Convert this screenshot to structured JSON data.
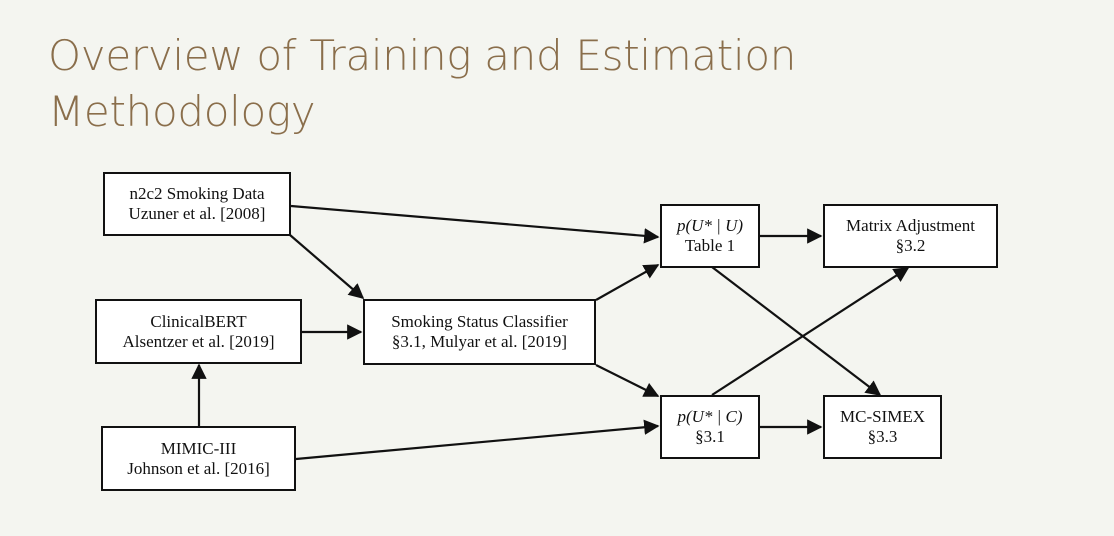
{
  "slide": {
    "title_line1": "Overview of Training and Estimation",
    "title_line2": "Methodology"
  },
  "diagram": {
    "nodes": {
      "n2c2": {
        "line1": "n2c2 Smoking Data",
        "line2": "Uzuner et al. [2008]"
      },
      "clinicalbert": {
        "line1": "ClinicalBERT",
        "line2": "Alsentzer et al. [2019]"
      },
      "mimic": {
        "line1": "MIMIC-III",
        "line2": "Johnson et al. [2016]"
      },
      "classifier": {
        "line1": "Smoking Status Classifier",
        "line2": "§3.1, Mulyar et al. [2019]"
      },
      "p_u": {
        "line1": "p(U* | U)",
        "line2": "Table 1"
      },
      "p_c": {
        "line1": "p(U* | C)",
        "line2": "§3.1"
      },
      "matrix": {
        "line1": "Matrix Adjustment",
        "line2": "§3.2"
      },
      "mcsimex": {
        "line1": "MC-SIMEX",
        "line2": "§3.3"
      }
    }
  }
}
